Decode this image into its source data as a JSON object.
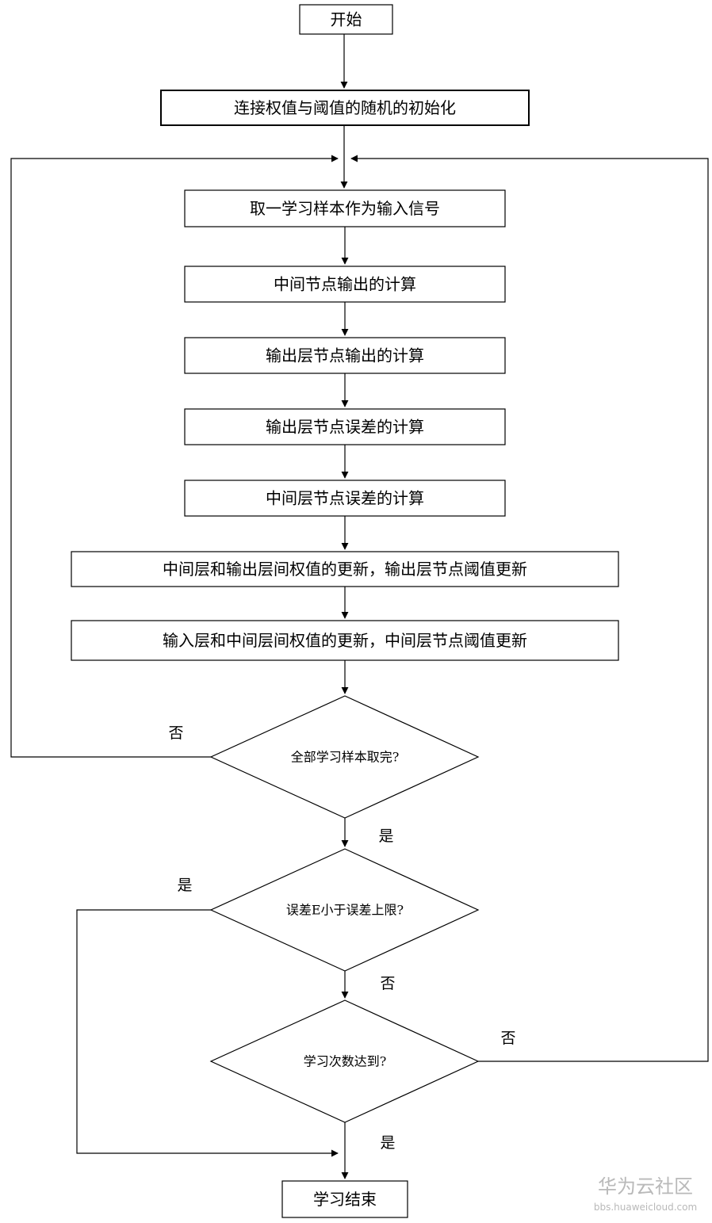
{
  "nodes": {
    "start": "开始",
    "init": "连接权值与阈值的随机的初始化",
    "take_sample": "取一学习样本作为输入信号",
    "hidden_output": "中间节点输出的计算",
    "out_layer_output": "输出层节点输出的计算",
    "out_layer_error": "输出层节点误差的计算",
    "hidden_layer_error": "中间层节点误差的计算",
    "update_hidden_out": "中间层和输出层间权值的更新，输出层节点阈值更新",
    "update_in_hidden": "输入层和中间层间权值的更新，中间层节点阈值更新",
    "end": "学习结束"
  },
  "decisions": {
    "all_samples": "全部学习样本取完?",
    "error_limit": "误差E小于误差上限?",
    "iterations": "学习次数达到?"
  },
  "labels": {
    "all_samples_no": "否",
    "all_samples_yes": "是",
    "error_yes": "是",
    "error_no": "否",
    "iter_no": "否",
    "iter_yes": "是"
  },
  "watermark": {
    "title": "华为云社区",
    "url": "bbs.huaweicloud.com"
  }
}
